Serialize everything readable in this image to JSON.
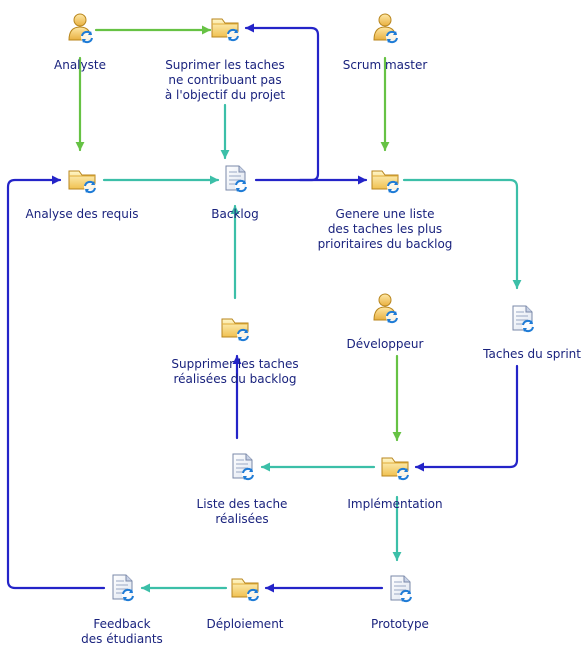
{
  "colors": {
    "green": "#66c244",
    "teal": "#3cbfa8",
    "blue": "#2424c8",
    "label": "#1a237e"
  },
  "nodes": {
    "analyste": {
      "icon": "role-user-icon",
      "lines": [
        "Analyste"
      ]
    },
    "suprimer": {
      "icon": "task-folder-icon",
      "lines": [
        "Suprimer les taches",
        "ne contribuant pas",
        "à l'objectif du projet"
      ]
    },
    "scrum_master": {
      "icon": "role-user-icon",
      "lines": [
        "Scrum master"
      ]
    },
    "analyse_requis": {
      "icon": "task-folder-icon",
      "lines": [
        "Analyse des requis"
      ]
    },
    "backlog": {
      "icon": "artifact-document-icon",
      "lines": [
        "Backlog"
      ]
    },
    "genere_liste": {
      "icon": "task-folder-icon",
      "lines": [
        "Genere une liste",
        "des taches les plus",
        "prioritaires du backlog"
      ]
    },
    "developpeur": {
      "icon": "role-user-icon",
      "lines": [
        "Développeur"
      ]
    },
    "taches_sprint": {
      "icon": "artifact-document-icon",
      "lines": [
        "Taches du sprint"
      ]
    },
    "supprimer_realisees": {
      "icon": "task-folder-icon",
      "lines": [
        "Supprimer les taches",
        "réalisées du backlog"
      ]
    },
    "liste_realisees": {
      "icon": "artifact-document-icon",
      "lines": [
        "Liste des tache",
        "réalisées"
      ]
    },
    "implementation": {
      "icon": "task-folder-icon",
      "lines": [
        "Implémentation"
      ]
    },
    "feedback": {
      "icon": "artifact-document-icon",
      "lines": [
        "Feedback",
        "des étudiants"
      ]
    },
    "deploiement": {
      "icon": "task-folder-icon",
      "lines": [
        "Déploiement"
      ]
    },
    "prototype": {
      "icon": "artifact-document-icon",
      "lines": [
        "Prototype"
      ]
    }
  },
  "edges": [
    {
      "from": "analyste",
      "to": "suprimer",
      "color": "green"
    },
    {
      "from": "analyste",
      "to": "analyse_requis",
      "color": "green"
    },
    {
      "from": "suprimer",
      "to": "backlog",
      "color": "teal"
    },
    {
      "from": "scrum_master",
      "to": "genere_liste",
      "color": "green"
    },
    {
      "from": "analyse_requis",
      "to": "backlog",
      "color": "teal"
    },
    {
      "from": "backlog",
      "to": "suprimer",
      "color": "blue"
    },
    {
      "from": "backlog",
      "to": "genere_liste",
      "color": "blue"
    },
    {
      "from": "genere_liste",
      "to": "taches_sprint",
      "color": "teal"
    },
    {
      "from": "taches_sprint",
      "to": "implementation",
      "color": "blue"
    },
    {
      "from": "developpeur",
      "to": "implementation",
      "color": "green"
    },
    {
      "from": "supprimer_realisees",
      "to": "backlog",
      "color": "teal"
    },
    {
      "from": "liste_realisees",
      "to": "supprimer_realisees",
      "color": "blue"
    },
    {
      "from": "implementation",
      "to": "liste_realisees",
      "color": "teal"
    },
    {
      "from": "implementation",
      "to": "prototype",
      "color": "teal"
    },
    {
      "from": "prototype",
      "to": "deploiement",
      "color": "blue"
    },
    {
      "from": "deploiement",
      "to": "feedback",
      "color": "teal"
    },
    {
      "from": "feedback",
      "to": "analyse_requis",
      "color": "blue"
    }
  ]
}
